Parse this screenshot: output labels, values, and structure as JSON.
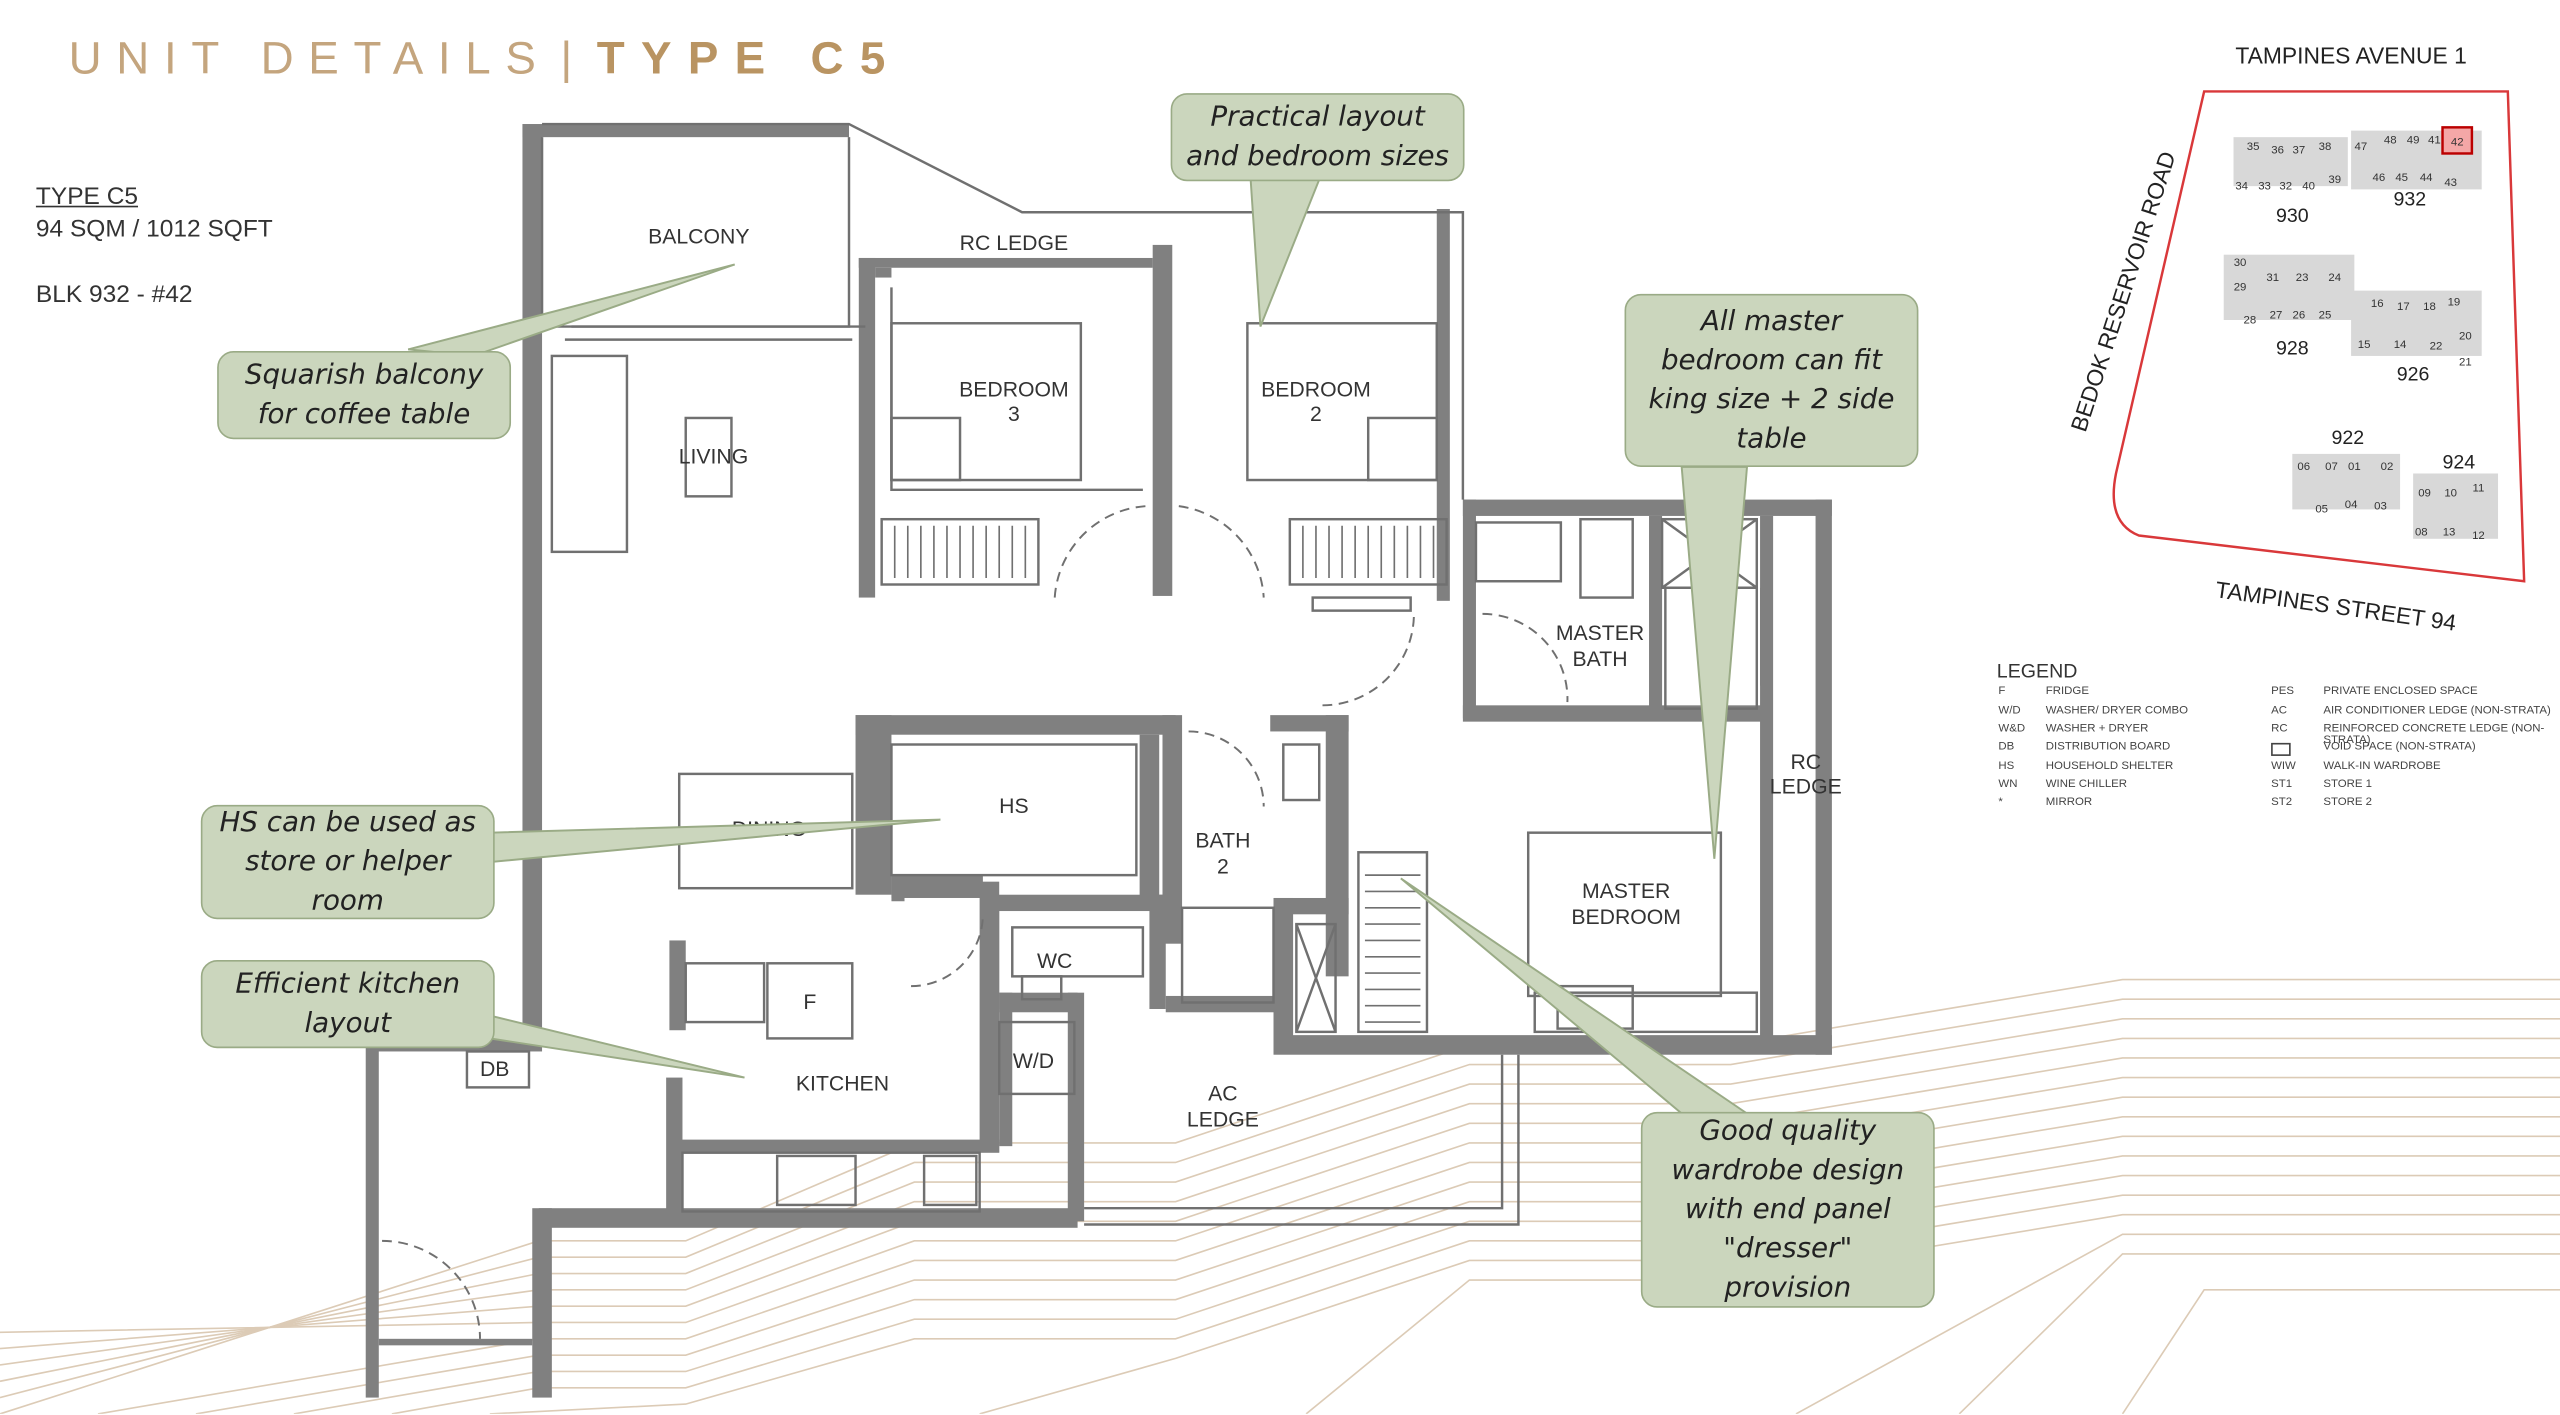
{
  "header": {
    "title_left": "UNIT DETAILS",
    "separator": "|",
    "title_right": "TYPE C5"
  },
  "unit_info": {
    "type": "TYPE C5",
    "size": "94 SQM / 1012 SQFT",
    "block": "BLK 932 - #42"
  },
  "rooms": {
    "balcony": "BALCONY",
    "rc_ledge_top": "RC LEDGE",
    "bedroom3": [
      "BEDROOM",
      "3"
    ],
    "bedroom2": [
      "BEDROOM",
      "2"
    ],
    "living": "LIVING",
    "dining": "DINING",
    "hs": "HS",
    "bath2": [
      "BATH",
      "2"
    ],
    "wc": "WC",
    "f": "F",
    "wd": "W/D",
    "db": "DB",
    "kitchen": "KITCHEN",
    "ac_ledge": [
      "AC",
      "LEDGE"
    ],
    "master_bath": [
      "MASTER",
      "BATH"
    ],
    "rc_ledge_right": [
      "RC",
      "LEDGE"
    ],
    "master_bedroom": [
      "MASTER",
      "BEDROOM"
    ]
  },
  "callouts": {
    "balcony": [
      "Squarish balcony",
      "for coffee table"
    ],
    "layout": [
      "Practical layout",
      "and bedroom sizes"
    ],
    "master": [
      "All master",
      "bedroom can fit",
      "king size + 2 side",
      "table"
    ],
    "hs": [
      "HS can be used as",
      "store or helper",
      "room"
    ],
    "kitchen": [
      "Efficient kitchen",
      "layout"
    ],
    "wardrobe": [
      "Good quality",
      "wardrobe design",
      "with end panel",
      "\"dresser\"",
      "provision"
    ]
  },
  "site_plan": {
    "road_top": "TAMPINES AVENUE 1",
    "road_left": "BEDOK RESERVOIR ROAD",
    "road_bottom": "TAMPINES STREET 94",
    "blocks": [
      "930",
      "932",
      "928",
      "926",
      "922",
      "924"
    ],
    "units_930": [
      "35",
      "36",
      "37",
      "38",
      "34",
      "33",
      "32",
      "40",
      "39"
    ],
    "units_932": [
      "47",
      "48",
      "49",
      "41",
      "42",
      "46",
      "45",
      "44",
      "43"
    ],
    "units_928": [
      "30",
      "29",
      "31",
      "23",
      "24",
      "28",
      "27",
      "26",
      "25"
    ],
    "units_926": [
      "16",
      "17",
      "18",
      "19",
      "15",
      "14",
      "22",
      "20",
      "21"
    ],
    "units_922": [
      "06",
      "07",
      "01",
      "02",
      "05",
      "04",
      "03"
    ],
    "units_924": [
      "09",
      "10",
      "11",
      "08",
      "13",
      "12"
    ],
    "highlight_unit": "42",
    "highlight_color": "#f4a7a7",
    "boundary_color": "#d9383a"
  },
  "legend": {
    "title": "LEGEND",
    "left": [
      [
        "F",
        "FRIDGE"
      ],
      [
        "W/D",
        "WASHER/ DRYER COMBO"
      ],
      [
        "W&D",
        "WASHER + DRYER"
      ],
      [
        "DB",
        "DISTRIBUTION BOARD"
      ],
      [
        "HS",
        "HOUSEHOLD SHELTER"
      ],
      [
        "WN",
        "WINE CHILLER"
      ],
      [
        "*",
        "MIRROR"
      ]
    ],
    "right": [
      [
        "PES",
        "PRIVATE ENCLOSED SPACE"
      ],
      [
        "AC",
        "AIR CONDITIONER LEDGE (NON-STRATA)"
      ],
      [
        "RC",
        "REINFORCED CONCRETE LEDGE (NON-STRATA)"
      ],
      [
        "",
        "VOID SPACE (NON-STRATA)"
      ],
      [
        "WIW",
        "WALK-IN WARDROBE"
      ],
      [
        "ST1",
        "STORE 1"
      ],
      [
        "ST2",
        "STORE 2"
      ]
    ]
  },
  "colors": {
    "title": "#c4a57e",
    "wall": "#808080",
    "callout_fill": "#cbd6bd",
    "callout_border": "#9aab86",
    "decor_lines": "#d8c6b0"
  }
}
